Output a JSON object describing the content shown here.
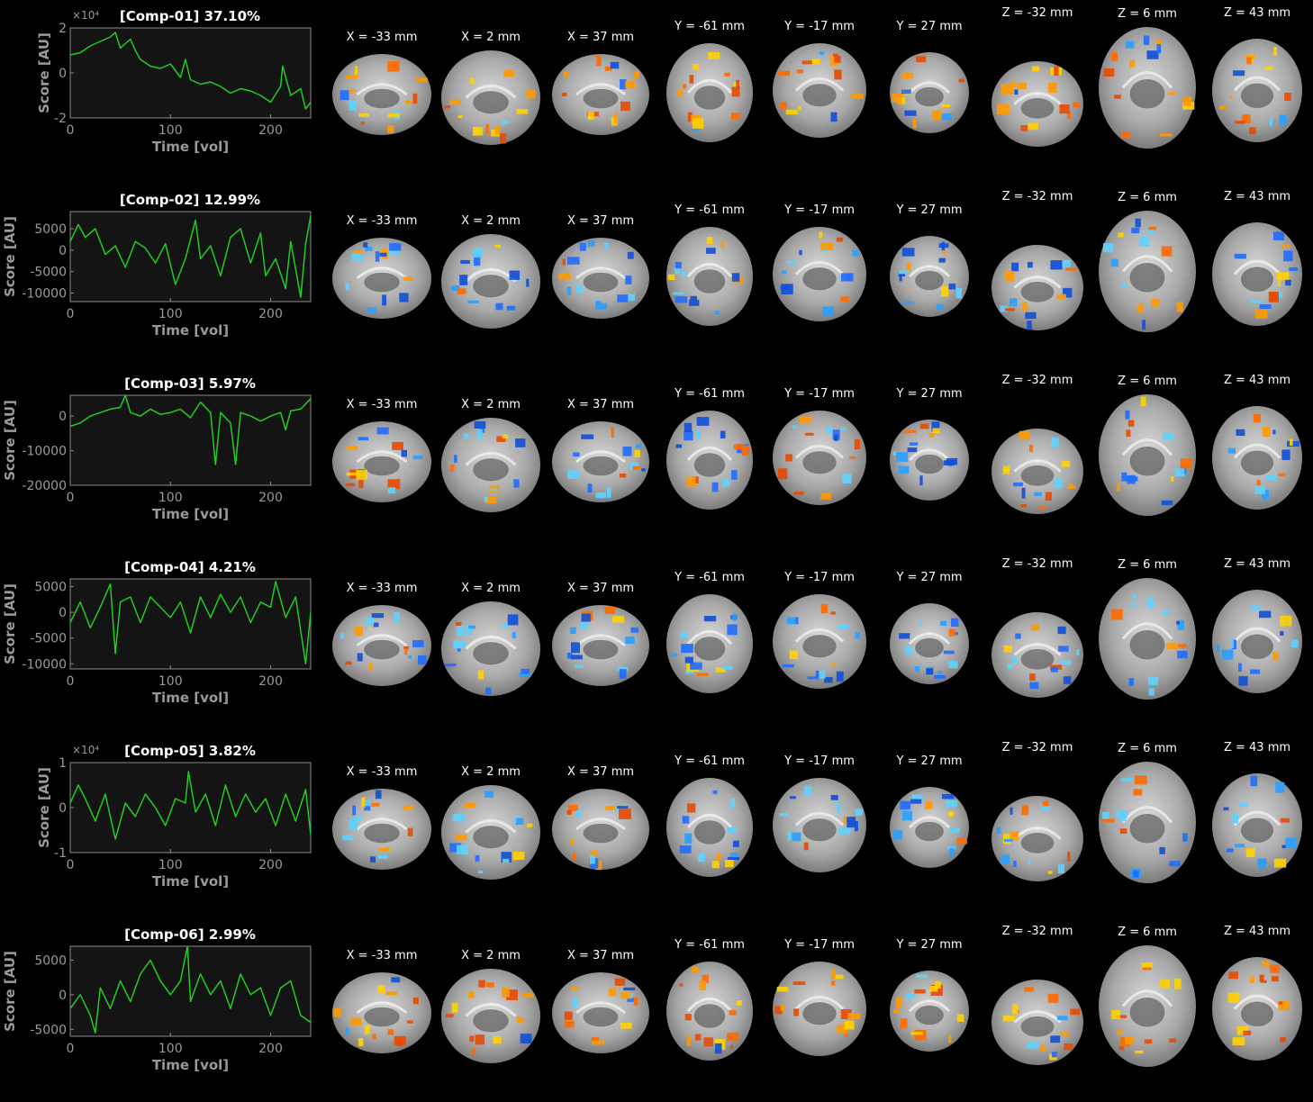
{
  "chart_data": {
    "type": "line",
    "figure": "PCA components: score time courses and spatial maps",
    "xlabel": "Time [vol]",
    "ylabel": "Score [AU]",
    "xlim": [
      0,
      240
    ],
    "xticks": [
      0,
      100,
      200
    ],
    "line_color": "#22cc22",
    "slice_labels": [
      "X = -33 mm",
      "X = 2 mm",
      "X = 37 mm",
      "Y = -61 mm",
      "Y = -17 mm",
      "Y = 27 mm",
      "Z = -32 mm",
      "Z = 6 mm",
      "Z = 43 mm"
    ],
    "components": [
      {
        "title": "[Comp-01] 37.10%",
        "exponent": "×10⁴",
        "ylim": [
          -2,
          2
        ],
        "yticks": [
          2,
          0,
          -2
        ],
        "ytick_labels": [
          "2",
          "0",
          "-2"
        ],
        "map_color": "warm",
        "x": [
          0,
          10,
          20,
          30,
          40,
          45,
          50,
          60,
          65,
          70,
          80,
          90,
          100,
          110,
          115,
          120,
          130,
          140,
          150,
          160,
          170,
          180,
          190,
          200,
          210,
          212,
          220,
          230,
          235,
          240
        ],
        "y": [
          0.8,
          0.9,
          1.2,
          1.4,
          1.6,
          1.8,
          1.1,
          1.5,
          1.0,
          0.6,
          0.3,
          0.2,
          0.4,
          -0.2,
          0.6,
          -0.3,
          -0.5,
          -0.4,
          -0.6,
          -0.9,
          -0.7,
          -0.8,
          -1.0,
          -1.3,
          -0.6,
          0.3,
          -1.0,
          -0.7,
          -1.6,
          -1.3
        ]
      },
      {
        "title": "[Comp-02] 12.99%",
        "exponent": "",
        "ylim": [
          -12000,
          9000
        ],
        "yticks": [
          5000,
          0,
          -5000,
          -10000
        ],
        "ytick_labels": [
          "5000",
          "0",
          "-5000",
          "-10000"
        ],
        "map_color": "cool",
        "x": [
          0,
          8,
          15,
          25,
          35,
          45,
          55,
          65,
          75,
          85,
          95,
          105,
          115,
          125,
          130,
          140,
          150,
          160,
          170,
          180,
          190,
          195,
          205,
          215,
          220,
          230,
          235,
          240
        ],
        "y": [
          2000,
          6000,
          3000,
          5000,
          -1000,
          1000,
          -4000,
          2000,
          500,
          -3000,
          1500,
          -8000,
          -2000,
          7000,
          -2000,
          1000,
          -6000,
          3000,
          5000,
          -3000,
          4000,
          -6000,
          -2000,
          -9000,
          2000,
          -11000,
          1500,
          8000
        ]
      },
      {
        "title": "[Comp-03] 5.97%",
        "exponent": "",
        "ylim": [
          -20000,
          6000
        ],
        "yticks": [
          0,
          -10000,
          -20000
        ],
        "ytick_labels": [
          "0",
          "-10000",
          "-20000"
        ],
        "map_color": "mixed",
        "x": [
          0,
          10,
          20,
          30,
          40,
          50,
          55,
          60,
          70,
          80,
          90,
          100,
          110,
          120,
          130,
          140,
          145,
          150,
          160,
          165,
          170,
          180,
          190,
          200,
          210,
          215,
          220,
          230,
          240
        ],
        "y": [
          -3000,
          -2000,
          0,
          1000,
          2000,
          2500,
          6000,
          1000,
          0,
          2000,
          500,
          1000,
          2000,
          -500,
          4000,
          1000,
          -14000,
          1000,
          -2000,
          -14000,
          1000,
          0,
          -1500,
          0,
          1000,
          -4000,
          1500,
          2000,
          5000
        ]
      },
      {
        "title": "[Comp-04] 4.21%",
        "exponent": "",
        "ylim": [
          -11000,
          6500
        ],
        "yticks": [
          5000,
          0,
          -5000,
          -10000
        ],
        "ytick_labels": [
          "5000",
          "0",
          "-5000",
          "-10000"
        ],
        "map_color": "cool",
        "x": [
          0,
          10,
          20,
          30,
          40,
          45,
          50,
          60,
          70,
          80,
          90,
          100,
          110,
          120,
          130,
          140,
          150,
          160,
          170,
          180,
          190,
          200,
          205,
          215,
          225,
          235,
          240
        ],
        "y": [
          -2000,
          2000,
          -3000,
          1000,
          5500,
          -8000,
          2000,
          3000,
          -2000,
          3000,
          1000,
          -1000,
          2000,
          -4000,
          3000,
          -1000,
          3500,
          0,
          3000,
          -2000,
          2000,
          1000,
          6000,
          -1000,
          3000,
          -10000,
          0
        ]
      },
      {
        "title": "[Comp-05] 3.82%",
        "exponent": "×10⁴",
        "ylim": [
          -1,
          1
        ],
        "yticks": [
          1,
          0,
          -1
        ],
        "ytick_labels": [
          "1",
          "0",
          "-1"
        ],
        "map_color": "cool",
        "x": [
          0,
          8,
          15,
          25,
          35,
          45,
          55,
          65,
          75,
          85,
          95,
          105,
          115,
          118,
          125,
          135,
          145,
          155,
          165,
          175,
          185,
          195,
          205,
          215,
          225,
          235,
          240
        ],
        "y": [
          0.1,
          0.5,
          0.2,
          -0.3,
          0.3,
          -0.7,
          0.1,
          -0.2,
          0.3,
          0.0,
          -0.4,
          0.2,
          0.1,
          0.8,
          -0.1,
          0.3,
          -0.4,
          0.5,
          -0.2,
          0.3,
          -0.1,
          0.2,
          -0.4,
          0.3,
          -0.3,
          0.4,
          -0.6
        ]
      },
      {
        "title": "[Comp-06] 2.99%",
        "exponent": "",
        "ylim": [
          -6000,
          7000
        ],
        "yticks": [
          5000,
          0,
          -5000
        ],
        "ytick_labels": [
          "5000",
          "0",
          "-5000"
        ],
        "map_color": "warm",
        "x": [
          0,
          10,
          20,
          25,
          30,
          40,
          50,
          60,
          70,
          80,
          90,
          100,
          110,
          117,
          120,
          130,
          140,
          150,
          160,
          170,
          180,
          190,
          200,
          210,
          220,
          230,
          240
        ],
        "y": [
          -2000,
          0,
          -3000,
          -5500,
          1000,
          -2000,
          2000,
          -1000,
          3000,
          5000,
          2000,
          0,
          2000,
          7000,
          -1000,
          3000,
          0,
          2000,
          -2000,
          3000,
          0,
          1000,
          -3000,
          1000,
          2000,
          -3000,
          -4000
        ]
      }
    ]
  }
}
